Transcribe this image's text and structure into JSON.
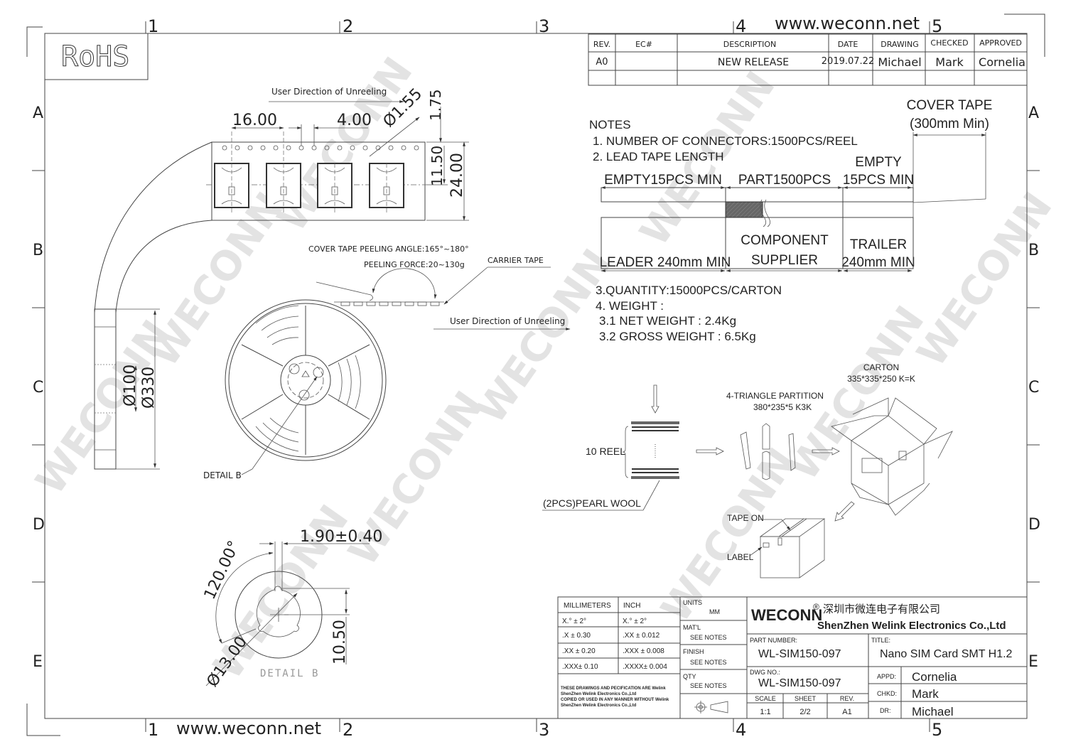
{
  "sheet": {
    "rohs_label": "RoHS",
    "website": "www.weconn.net",
    "watermark": "WECONN",
    "column_markers": [
      "1",
      "2",
      "3",
      "4",
      "5"
    ],
    "row_markers": [
      "A",
      "B",
      "C",
      "D",
      "E"
    ]
  },
  "revision_table": {
    "headers": [
      "REV.",
      "EC#",
      "DESCRIPTION",
      "DATE",
      "DRAWING",
      "CHECKED",
      "APPROVED"
    ],
    "rows": [
      {
        "rev": "A0",
        "ec": "",
        "description": "NEW RELEASE",
        "date": "2019.07.22",
        "drawing": "Michael",
        "checked": "Mark",
        "approved": "Cornelia"
      }
    ]
  },
  "tape_view": {
    "direction_label": "User Direction of Unreeling",
    "dim_pitch": "16.00",
    "dim_hole_pitch": "4.00",
    "dim_hole_dia": "Ø1.55",
    "dim_edge": "1.75",
    "dim_center": "11.50",
    "dim_width": "24.00"
  },
  "reel_view": {
    "peel_angle": "COVER TAPE PEELING ANGLE:165°~180°",
    "peel_force": "PEELING FORCE:20~130g",
    "carrier_tape": "CARRIER TAPE",
    "direction_label": "User Direction of Unreeling",
    "dim_hub": "Ø100",
    "dim_reel": "Ø330",
    "detail_callout": "DETAIL B"
  },
  "detail_b": {
    "dim_slot": "1.90±0.40",
    "dim_angle": "120.00°",
    "dim_dia": "Ø13.00",
    "dim_height": "10.50",
    "label": "DETAIL B"
  },
  "notes": {
    "title": "NOTES",
    "items": [
      "1. NUMBER OF CONNECTORS:1500PCS/REEL",
      "2. LEAD TAPE LENGTH"
    ],
    "quantity": "3.QUANTITY:15000PCS/CARTON",
    "weight_title": "4. WEIGHT :",
    "net_weight": "3.1 NET WEIGHT : 2.4Kg",
    "gross_weight": "3.2 GROSS WEIGHT : 6.5Kg"
  },
  "lead_tape": {
    "cover_tape": "COVER TAPE",
    "cover_tape_min": "(300mm Min)",
    "empty_head": "EMPTY15PCS MIN",
    "part": "PART1500PCS",
    "empty_tail_1": "EMPTY",
    "empty_tail_2": "15PCS MIN",
    "leader": "LEADER 240mm MIN",
    "component_1": "COMPONENT",
    "component_2": "SUPPLIER",
    "trailer_1": "TRAILER",
    "trailer_2": "240mm MIN"
  },
  "packing": {
    "carton": "CARTON",
    "carton_size": "335*335*250 K=K",
    "partition": "4-TRIANGLE PARTITION",
    "partition_size": "380*235*5 K3K",
    "reels": "10 REEL",
    "pearl_wool": "(2PCS)PEARL WOOL",
    "tape_on": "TAPE ON",
    "label": "LABEL"
  },
  "title_block": {
    "tolerance_headers": [
      "MILLIMETERS",
      "INCH"
    ],
    "tolerances": [
      [
        "X.° ± 2°",
        "X.° ± 2°"
      ],
      [
        ".X ± 0.30",
        ".XX ± 0.012"
      ],
      [
        ".XX ± 0.20",
        ".XXX ± 0.008"
      ],
      [
        ".XXX± 0.10",
        ".XXXX± 0.004"
      ]
    ],
    "disclaimer": [
      "THESE DRAWINGS AND PECIFICATION ARE Welink",
      "ShenZhen Welink Electronics Co.,Ltd",
      "COPIED OR USED IN ANY MANNER WITHOUT Welink",
      "ShenZhen Welink Electronics Co.,Ltd"
    ],
    "units_label": "UNITS",
    "units_value": "MM",
    "matl_label": "MAT'L",
    "matl_value": "SEE NOTES",
    "finish_label": "FINISH",
    "finish_value": "SEE NOTES",
    "qty_label": "QTY",
    "qty_value": "SEE NOTES",
    "brand": "WECONN",
    "registered": "®",
    "company_cn": "深圳市微连电子有限公司",
    "company_en": "ShenZhen Welink Electronics Co.,Ltd",
    "part_number_label": "PART NUMBER:",
    "part_number": "WL-SIM150-097",
    "title_label": "TITLE:",
    "title": "Nano SIM Card SMT H1.2",
    "dwg_no_label": "DWG NO.:",
    "dwg_no": "WL-SIM150-097",
    "scale_label": "SCALE",
    "scale": "1:1",
    "sheet_label": "SHEET",
    "sheet": "2/2",
    "rev_label": "REV.",
    "rev": "A1",
    "appd_label": "APPD:",
    "appd": "Cornelia",
    "chkd_label": "CHKD:",
    "chkd": "Mark",
    "dr_label": "DR:",
    "dr": "Michael"
  }
}
